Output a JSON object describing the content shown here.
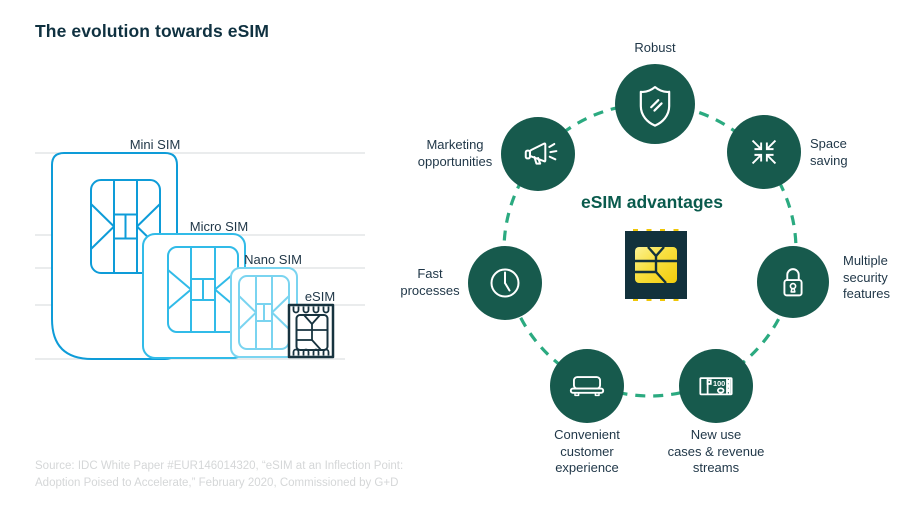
{
  "title": "The evolution towards eSIM",
  "sim_evolution": {
    "labels": {
      "mini": "Mini SIM",
      "micro": "Micro SIM",
      "nano": "Nano SIM",
      "esim": "eSIM"
    }
  },
  "advantages": {
    "heading": "eSIM advantages",
    "items": [
      {
        "id": "robust",
        "label": "Robust",
        "icon": "shield-icon"
      },
      {
        "id": "space-saving",
        "label": "Space\nsaving",
        "icon": "collapse-arrows-icon"
      },
      {
        "id": "multiple-security",
        "label": "Multiple\nsecurity\nfeatures",
        "icon": "padlock-icon"
      },
      {
        "id": "new-use-cases",
        "label": "New use\ncases & revenue\nstreams",
        "icon": "banknote-icon"
      },
      {
        "id": "convenient-customer",
        "label": "Convenient\ncustomer\nexperience",
        "icon": "sofa-icon"
      },
      {
        "id": "fast-processes",
        "label": "Fast\nprocesses",
        "icon": "clock-icon"
      },
      {
        "id": "marketing",
        "label": "Marketing\nopportunities",
        "icon": "megaphone-icon"
      }
    ],
    "banknote_value": "100"
  },
  "source": {
    "text": "Source: IDC White Paper #EUR146014320, “eSIM at an Inflection Point:\nAdoption Poised to Accelerate,” February 2020, Commissioned by G+D"
  },
  "colors": {
    "circle_green": "#175A4D",
    "dash_green": "#2BAA80",
    "heading_green": "#0A5B4D",
    "title_navy": "#0F3140",
    "label_navy": "#1F3647",
    "mini_sim_blue": "#0E9CD8",
    "micro_sim_blue": "#31BBE8",
    "nano_sim_blue": "#7AD4F0",
    "esim_navy": "#17333F",
    "chip_body_navy": "#12313C",
    "chip_gold": "#F2CC0B",
    "guide_gray": "#E4E6E7",
    "source_gray": "#D5D7D8"
  }
}
